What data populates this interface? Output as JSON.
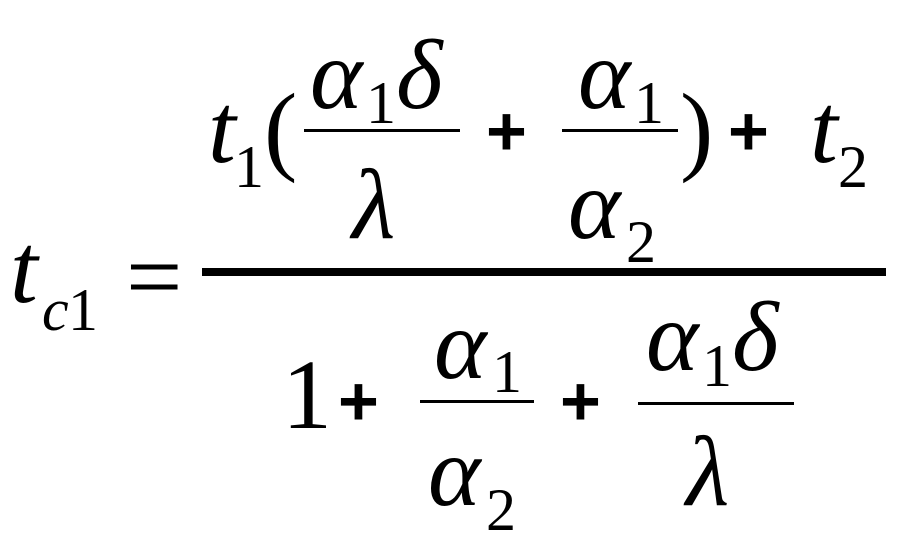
{
  "formula": {
    "lhs": {
      "base": "t",
      "sub_italic": "c",
      "sub_upright": "1"
    },
    "equals": "=",
    "numerator": {
      "t1": {
        "base": "t",
        "sub": "1"
      },
      "paren_open": "(",
      "frac_a": {
        "num_base": "α",
        "num_sub": "1",
        "num_tail": "δ",
        "den": "λ"
      },
      "plus_inner": "+",
      "frac_b": {
        "num_base": "α",
        "num_sub": "1",
        "den_base": "α",
        "den_sub": "2"
      },
      "paren_close": ")",
      "plus_outer": "+",
      "t2": {
        "base": "t",
        "sub": "2"
      }
    },
    "denominator": {
      "one": "1",
      "plus_a": "+",
      "frac_c": {
        "num_base": "α",
        "num_sub": "1",
        "den_base": "α",
        "den_sub": "2"
      },
      "plus_b": "+",
      "frac_d": {
        "num_base": "α",
        "num_sub": "1",
        "num_tail": "δ",
        "den": "λ"
      }
    }
  }
}
